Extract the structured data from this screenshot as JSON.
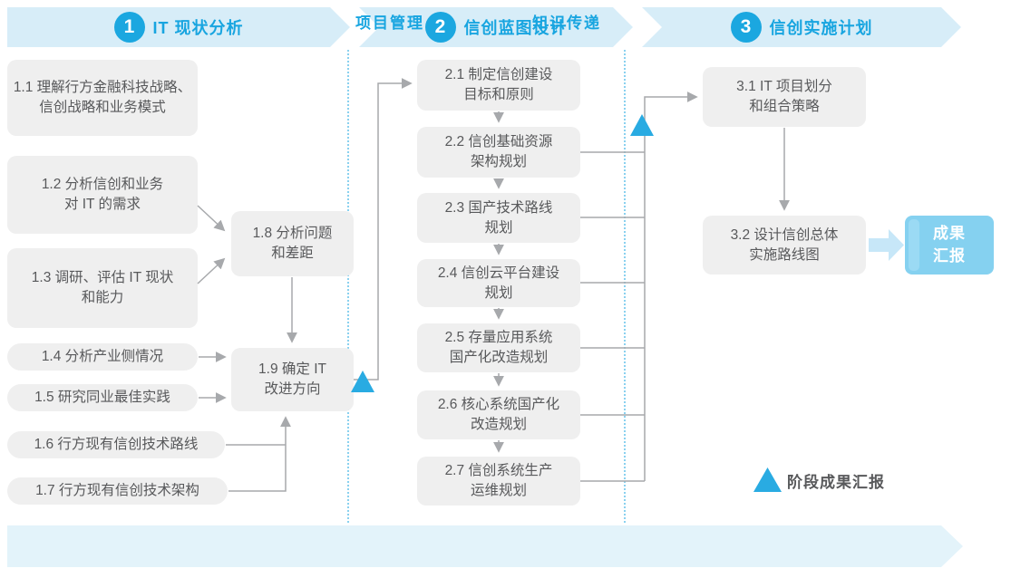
{
  "phases": [
    {
      "num": "1",
      "title": "IT 现状分析"
    },
    {
      "num": "2",
      "title": "信创蓝图设计"
    },
    {
      "num": "3",
      "title": "信创实施计划"
    }
  ],
  "boxes": {
    "b11": {
      "text": "1.1 理解行方金融科技战略、\n信创战略和业务模式"
    },
    "b12": {
      "text": "1.2 分析信创和业务\n对 IT 的需求"
    },
    "b13": {
      "text": "1.3 调研、评估 IT 现状\n和能力"
    },
    "b14": {
      "text": "1.4 分析产业侧情况"
    },
    "b15": {
      "text": "1.5 研究同业最佳实践"
    },
    "b16": {
      "text": "1.6 行方现有信创技术路线"
    },
    "b17": {
      "text": "1.7 行方现有信创技术架构"
    },
    "b18": {
      "text": "1.8 分析问题\n和差距"
    },
    "b19": {
      "text": "1.9 确定 IT\n改进方向"
    },
    "b21": {
      "text": "2.1 制定信创建设\n目标和原则"
    },
    "b22": {
      "text": "2.2 信创基础资源\n架构规划"
    },
    "b23": {
      "text": "2.3 国产技术路线\n规划"
    },
    "b24": {
      "text": "2.4 信创云平台建设\n规划"
    },
    "b25": {
      "text": "2.5 存量应用系统\n国产化改造规划"
    },
    "b26": {
      "text": "2.6 核心系统国产化\n改造规划"
    },
    "b27": {
      "text": "2.7 信创系统生产\n运维规划"
    },
    "b31": {
      "text": "3.1 IT 项目划分\n和组合策略"
    },
    "b32": {
      "text": "3.2 设计信创总体\n实施路线图"
    }
  },
  "result_box": {
    "text": "成果\n汇报"
  },
  "legend": {
    "label": "阶段成果汇报"
  },
  "bottom_banner": {
    "items": [
      "项目管理",
      "知识传递"
    ]
  },
  "colors": {
    "accent_blue": "#1ba7e0",
    "banner_fill": "#d7edf8",
    "bottom_banner_fill": "#e3f3fa",
    "box_gray": "#efefef",
    "text_gray": "#58595b",
    "line_gray": "#a7a9ac",
    "triangle_blue": "#29abe2",
    "result_fill": "#85d1f0",
    "thick_arrow_fill": "#c7e7f8"
  }
}
